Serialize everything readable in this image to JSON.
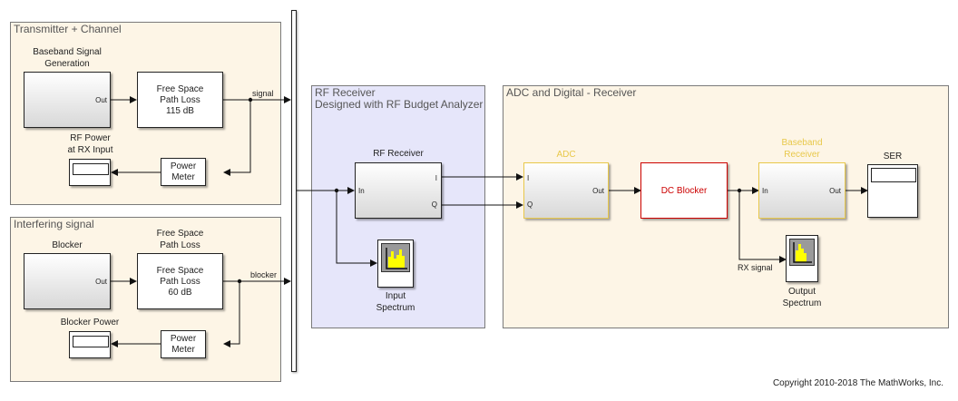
{
  "areas": {
    "transmitter": {
      "title": "Transmitter + Channel"
    },
    "interferer": {
      "title": "Interfering signal"
    },
    "rf_receiver": {
      "title_line1": "RF Receiver",
      "title_line2": "Designed with RF Budget Analyzer"
    },
    "adc_digital": {
      "title": "ADC and Digital - Receiver"
    }
  },
  "blocks": {
    "baseband_gen": {
      "label_line1": "Baseband Signal",
      "label_line2": "Generation",
      "out_port": "Out"
    },
    "fspl_tx": {
      "line1": "Free Space",
      "line2": "Path Loss",
      "line3": "115 dB"
    },
    "rf_power_display": {
      "label_line1": "RF Power",
      "label_line2": "at RX Input"
    },
    "power_meter_tx": {
      "line1": "Power",
      "line2": "Meter"
    },
    "blocker": {
      "label": "Blocker",
      "out_port": "Out"
    },
    "fspl_blk": {
      "label_line1": "Free Space",
      "label_line2": "Path Loss",
      "line1": "Free Space",
      "line2": "Path Loss",
      "line3": "60 dB"
    },
    "blocker_power_display": {
      "label": "Blocker Power"
    },
    "power_meter_blk": {
      "line1": "Power",
      "line2": "Meter"
    },
    "rf_receiver": {
      "label": "RF Receiver",
      "in_port": "In",
      "i_port": "I",
      "q_port": "Q"
    },
    "input_spectrum": {
      "label_line1": "Input",
      "label_line2": "Spectrum"
    },
    "adc": {
      "label": "ADC",
      "i_port": "I",
      "q_port": "Q",
      "out_port": "Out"
    },
    "dc_blocker": {
      "text": "DC Blocker"
    },
    "baseband_receiver": {
      "label_line1": "Baseband",
      "label_line2": "Receiver",
      "in_port": "In",
      "out_port": "Out"
    },
    "ser": {
      "label": "SER"
    },
    "output_spectrum": {
      "label_line1": "Output",
      "label_line2": "Spectrum"
    }
  },
  "signals": {
    "signal": "signal",
    "blocker": "blocker",
    "rx_signal": "RX signal"
  },
  "colors": {
    "tan_area": "#fdf5e6",
    "lavender_area": "#e6e6fa",
    "adc_accent": "#e8c84a",
    "dc_blocker_accent": "#cc0000",
    "spectrum_bars": "#ffff00"
  },
  "footer": {
    "copyright": "Copyright 2010-2018 The MathWorks, Inc."
  }
}
